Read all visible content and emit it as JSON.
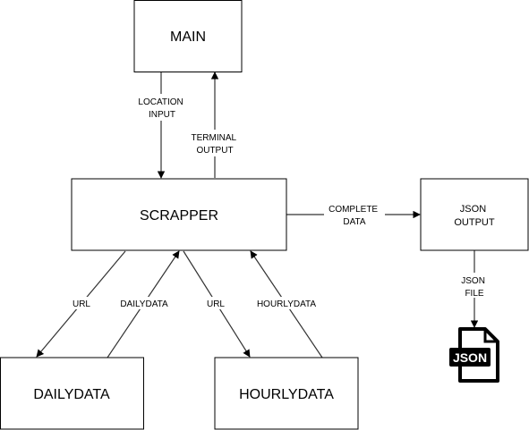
{
  "diagram": {
    "nodes": {
      "main": "MAIN",
      "scrapper": "SCRAPPER",
      "json_output": [
        "JSON",
        "OUTPUT"
      ],
      "dailydata": "DAILYDATA",
      "hourlydata": "HOURLYDATA"
    },
    "edges": {
      "location_input": [
        "LOCATION",
        "INPUT"
      ],
      "terminal_output": [
        "TERMINAL",
        "OUTPUT"
      ],
      "complete_data": [
        "COMPLETE",
        "DATA"
      ],
      "json_file": [
        "JSON",
        "FILE"
      ],
      "url_daily": "URL",
      "dailydata": "DAILYDATA",
      "url_hourly": "URL",
      "hourlydata": "HOURLYDATA"
    },
    "json_file_icon_text": "JSON",
    "colors": {
      "stroke": "#000000",
      "edge": "#333333",
      "fill": "#ffffff"
    }
  }
}
